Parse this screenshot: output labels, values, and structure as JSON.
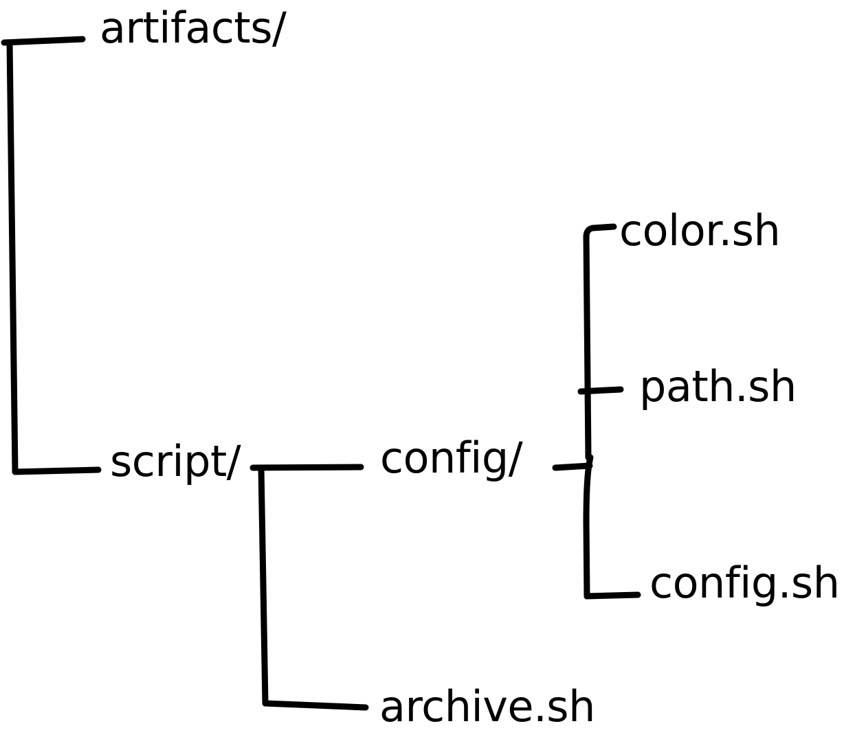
{
  "colors": {
    "line": "#000000",
    "text": "#000000",
    "background": "#ffffff"
  },
  "tree": {
    "artifacts": "artifacts/",
    "script": "script/",
    "config_dir": "config/",
    "color_sh": "color.sh",
    "path_sh": "path.sh",
    "config_sh": "config.sh",
    "archive_sh": "archive.sh"
  }
}
